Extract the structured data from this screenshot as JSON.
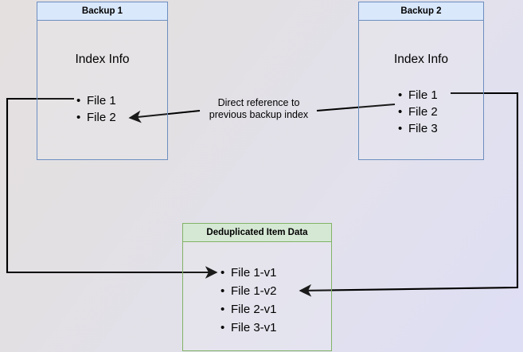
{
  "diagram": {
    "title_hidden": "Backup deduplication index reference diagram",
    "background": {
      "from": "#e4e0e0",
      "to": "#dedef5"
    },
    "palette": {
      "blue_fill": "#dae8fc",
      "blue_stroke": "#6c8ebf",
      "green_fill": "#d5e8d4",
      "green_stroke": "#82b366",
      "edge_stroke": "#000000"
    }
  },
  "nodes": {
    "backup1": {
      "header": "Backup 1",
      "body_title": "Index Info",
      "items": [
        "File 1",
        "File 2"
      ]
    },
    "backup2": {
      "header": "Backup 2",
      "body_title": "Index Info",
      "items": [
        "File 1",
        "File 2",
        "File 3"
      ]
    },
    "dedup": {
      "header": "Deduplicated Item Data",
      "items": [
        "File 1-v1",
        "File 1-v2",
        "File 2-v1",
        "File 3-v1"
      ]
    }
  },
  "edges": {
    "center_label": "Direct reference to\nprevious backup index"
  }
}
